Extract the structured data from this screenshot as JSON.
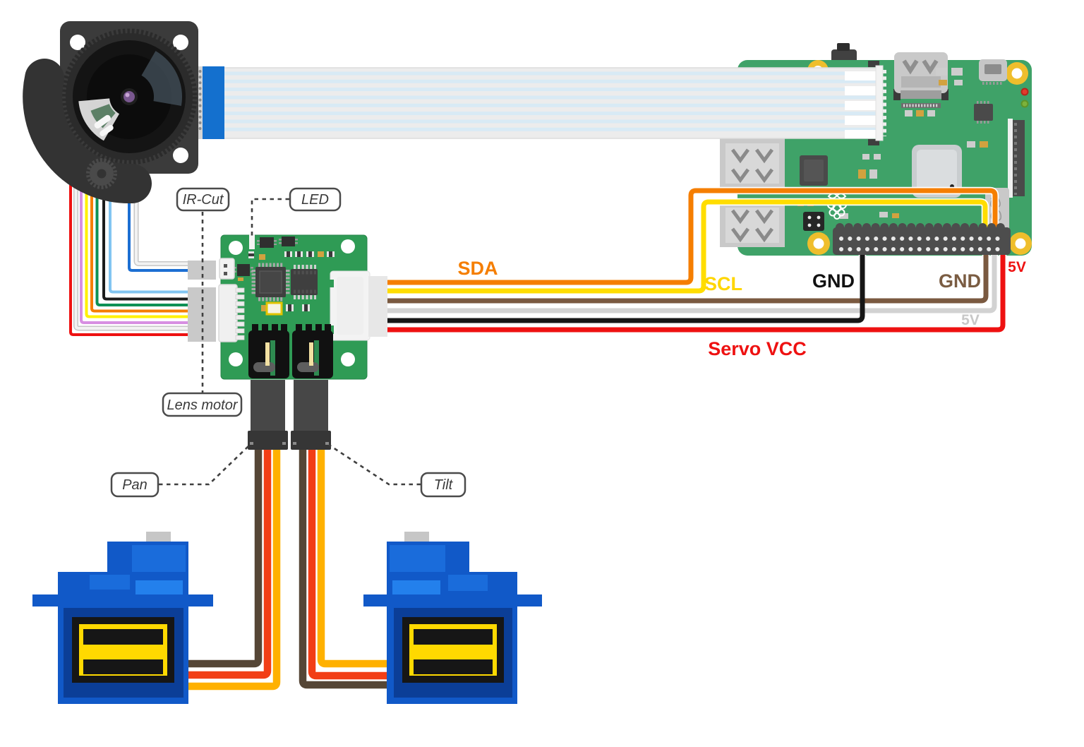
{
  "annotations": {
    "ir_cut": "IR-Cut",
    "led": "LED",
    "lens_motor": "Lens motor",
    "pan": "Pan",
    "tilt": "Tilt"
  },
  "wire_labels": {
    "sda": "SDA",
    "scl": "SCL",
    "gnd_left": "GND",
    "gnd_right": "GND",
    "v5_top": "5V",
    "v5_mid": "5V",
    "servo_vcc": "Servo VCC"
  },
  "colors": {
    "sda_label": "#F57E00",
    "scl_label": "#FFD600",
    "gnd_left_label": "#111111",
    "gnd_right_label": "#7A5C42",
    "v5_top_label": "#EE1111",
    "v5_mid_label": "#C8C8C8",
    "servo_vcc_label": "#EE1111",
    "wire_red": "#EE1111",
    "wire_orange": "#F57E00",
    "wire_yellow": "#FFF100",
    "wire_i2c_yellow": "#FFDD00",
    "wire_green": "#0D9155",
    "wire_black": "#1C1C1C",
    "wire_blue": "#1C6FD2",
    "wire_light_blue": "#82C5F2",
    "wire_violet": "#D78FE2",
    "wire_white": "#F2F2F2",
    "wire_gray": "#D2D2D2",
    "wire_brown": "#7A5940",
    "servo_wire_brown": "#554636",
    "servo_wire_red": "#F23E16",
    "servo_wire_orange": "#FFB100",
    "servo_body_blue": "#1159C8",
    "pi_board_green": "#3FA268",
    "driver_board_green": "#2F9B55"
  }
}
